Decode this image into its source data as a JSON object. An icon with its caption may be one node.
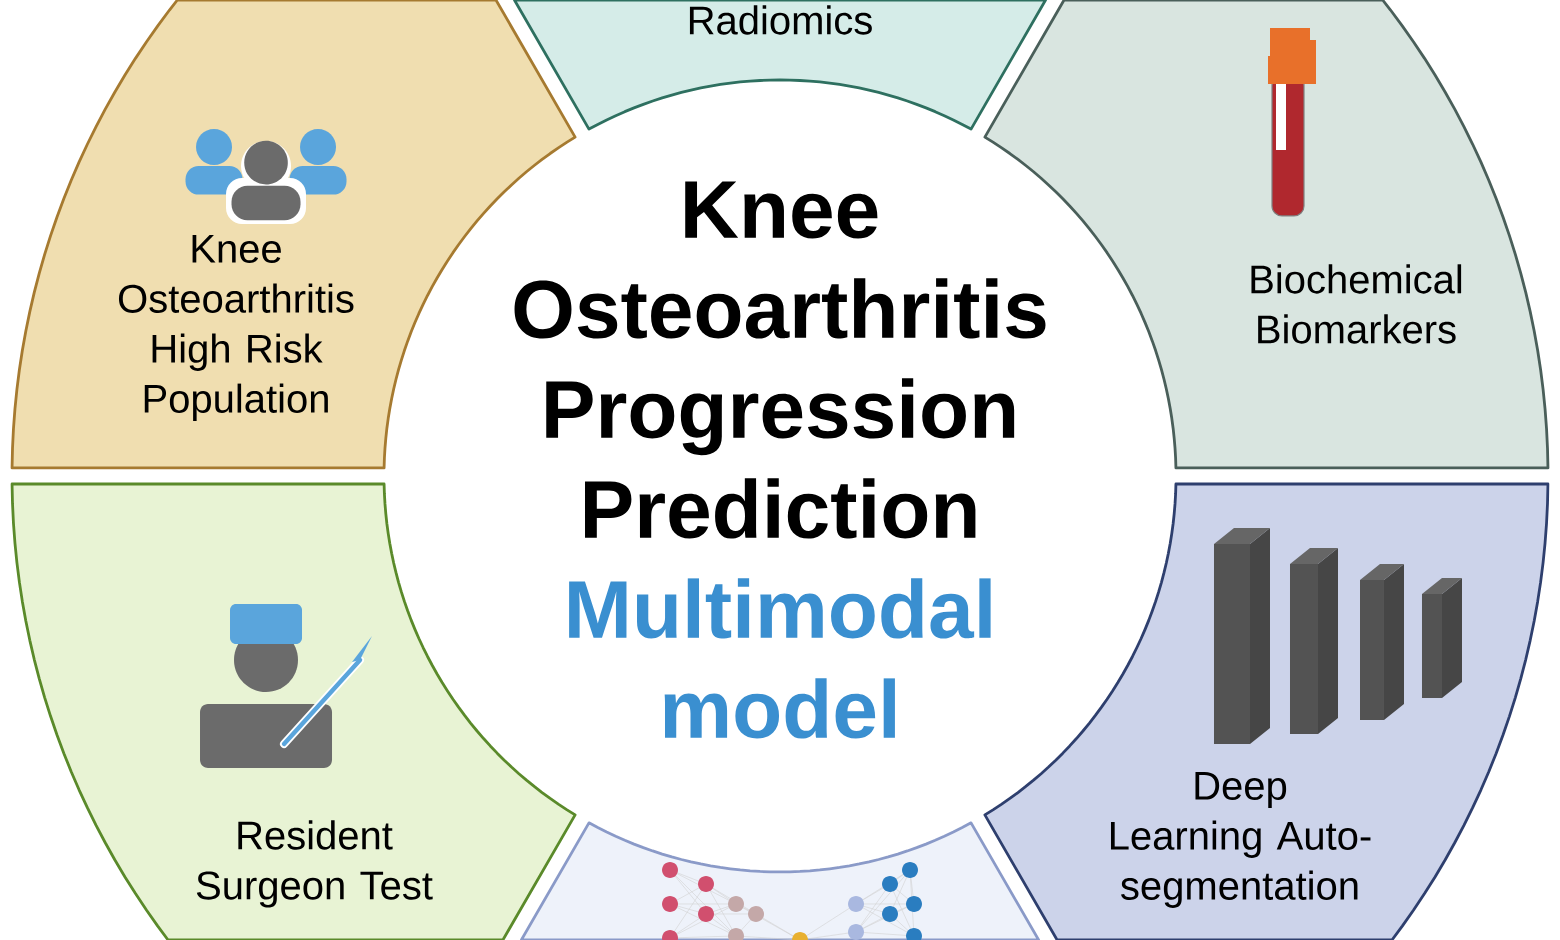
{
  "diagram": {
    "nodes": [
      {
        "text": [
          "Radiomics"
        ]
      },
      {
        "text": [
          "Knee Osteoarthritis High Risk Population"
        ]
      },
      {
        "text": [
          "Knee Osteoarthritis Progression Prediction",
          "Multimodal model"
        ]
      },
      {
        "text": [
          "Biochemical Biomarkers"
        ]
      },
      {
        "text": [
          "Resident Surgeon Test"
        ]
      },
      {
        "text": [
          "Deep Learning Auto-segmentation"
        ]
      },
      {
        "text": [],
        "shape": "sector"
      }
    ]
  }
}
